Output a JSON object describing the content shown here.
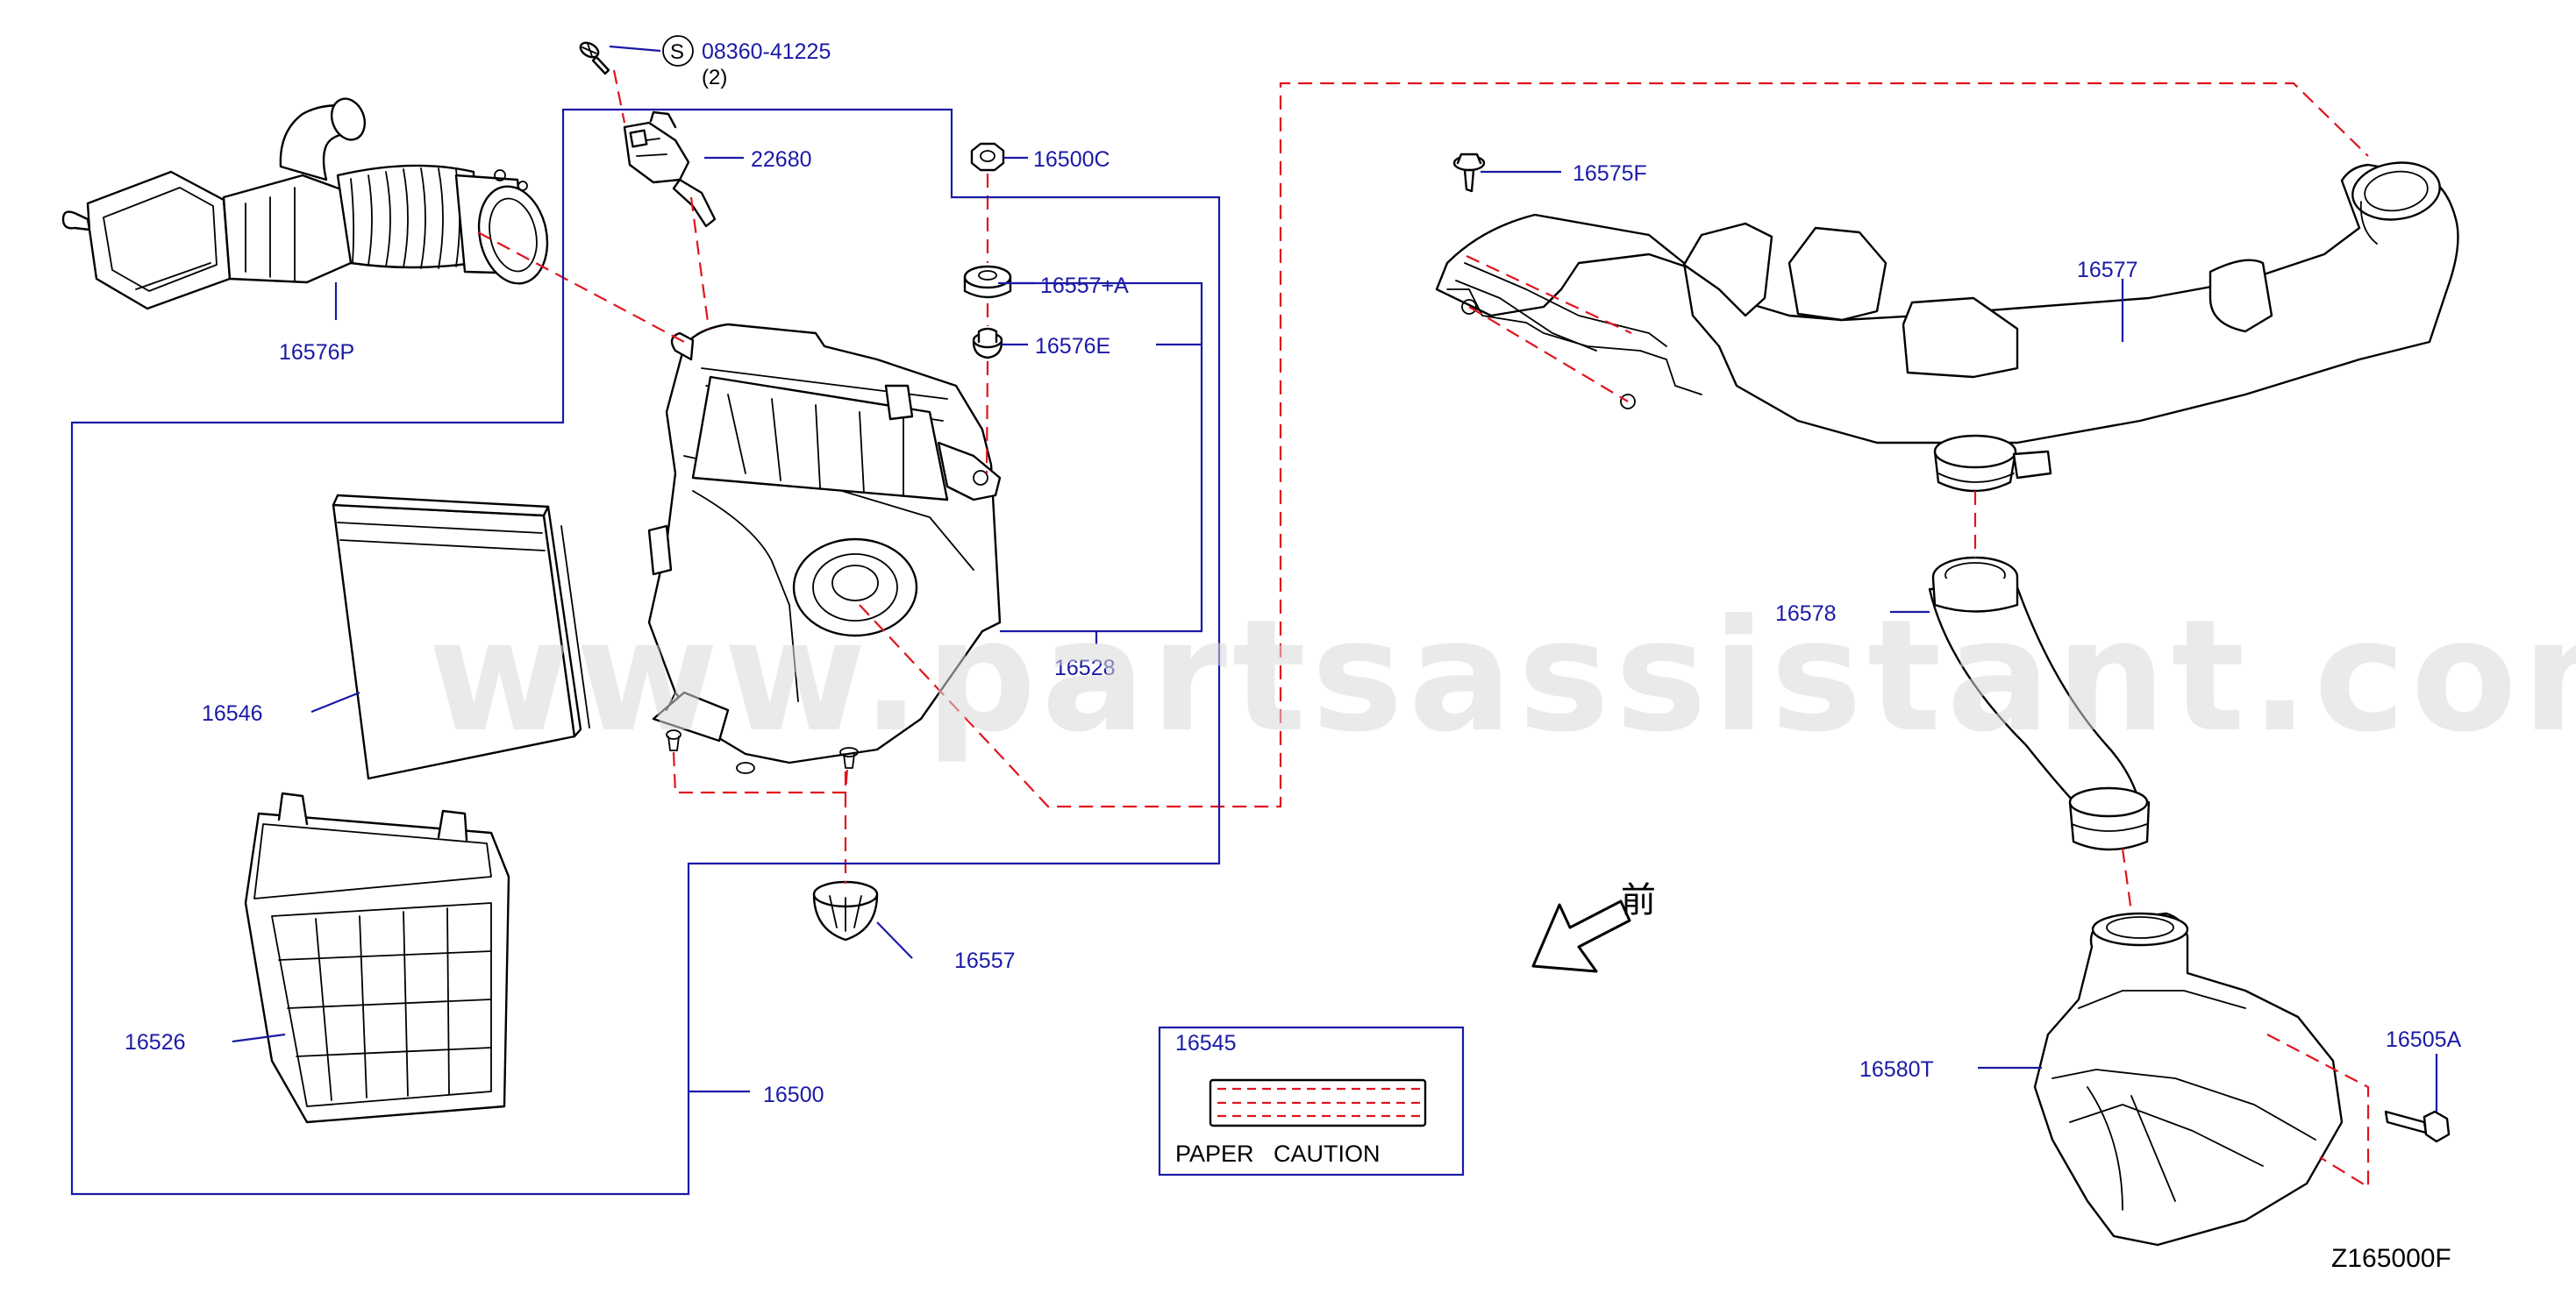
{
  "callouts": {
    "p16576P": "16576P",
    "p08360_41225": "08360-41225",
    "qty_2": "(2)",
    "s_symbol": "S",
    "p22680": "22680",
    "p16500C": "16500C",
    "p16557A": "16557+A",
    "p16576E": "16576E",
    "p16528": "16528",
    "p16546": "16546",
    "p16526": "16526",
    "p16557": "16557",
    "p16500": "16500",
    "p16575F": "16575F",
    "p16577": "16577",
    "p16578": "16578",
    "p16580T": "16580T",
    "p16505A": "16505A",
    "p16545": "16545"
  },
  "label_card": {
    "text": "PAPER   CAUTION"
  },
  "front_mark": "前",
  "watermark": "www.partsassistant.com",
  "diagram_code": "Z165000F",
  "colors": {
    "callout_blue": "#1a1aa6",
    "leader_red": "#e0141e",
    "line_black": "#000000"
  }
}
